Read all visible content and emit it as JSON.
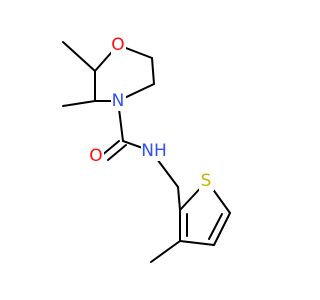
{
  "molecule": {
    "atoms": [
      {
        "id": "O1",
        "symbol": "O",
        "label": "O",
        "color": "#ff0d0d"
      },
      {
        "id": "N1",
        "symbol": "N",
        "label": "N",
        "color": "#3050f8"
      },
      {
        "id": "O2",
        "symbol": "O",
        "label": "O",
        "color": "#ff0d0d"
      },
      {
        "id": "N2",
        "symbol": "N",
        "label": "NH",
        "color": "#3050f8"
      },
      {
        "id": "S1",
        "symbol": "S",
        "label": "S",
        "color": "#c8b400"
      }
    ],
    "bond_color": "#000000",
    "background": "#ffffff"
  }
}
